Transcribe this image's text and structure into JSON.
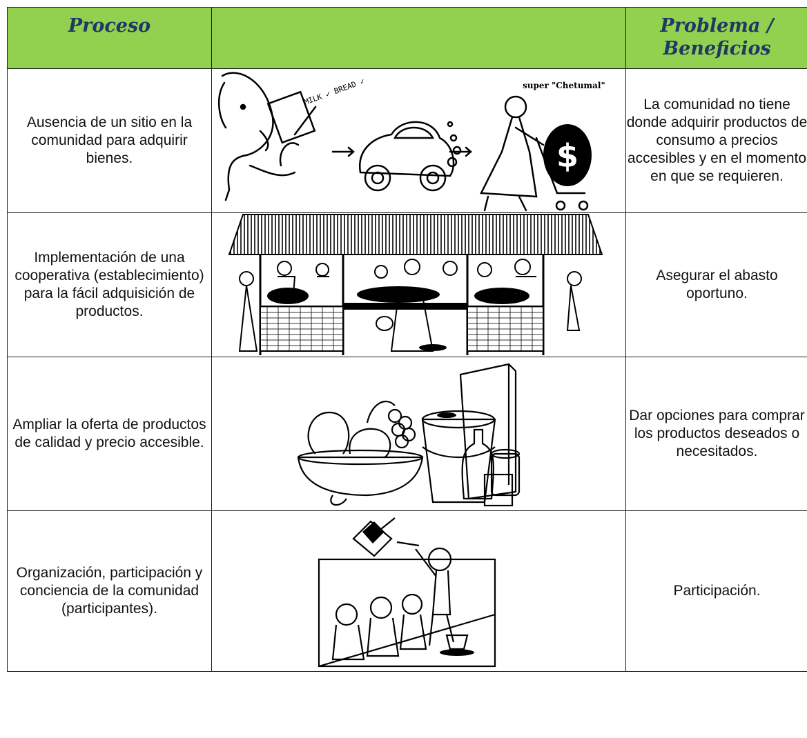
{
  "header": {
    "col1": "Proceso",
    "col2": "",
    "col3": "Problema / Beneficios"
  },
  "rows": [
    {
      "proceso": "Ausencia de un sitio en la comunidad para adquirir bienes.",
      "illustration": "shopping-trip-illustration",
      "illustration_text": {
        "note": "MILK ✓ BREAD ✓",
        "store": "super \"Chetumal\""
      },
      "beneficio": "La comunidad no tiene donde adquirir productos de consumo a precios accesibles y en el momento en que se requieren."
    },
    {
      "proceso": "Implementación de una cooperativa (establecimiento) para la fácil adquisición de productos.",
      "illustration": "market-stall-illustration",
      "beneficio": "Asegurar el abasto oportuno."
    },
    {
      "proceso": "Ampliar la oferta de productos de calidad y precio accesible.",
      "illustration": "groceries-illustration",
      "beneficio": "Dar opciones para comprar los productos deseados o necesitados."
    },
    {
      "proceso": "Organización, participación y conciencia de la comunidad (participantes).",
      "illustration": "meeting-illustration",
      "beneficio": "Participación."
    }
  ]
}
